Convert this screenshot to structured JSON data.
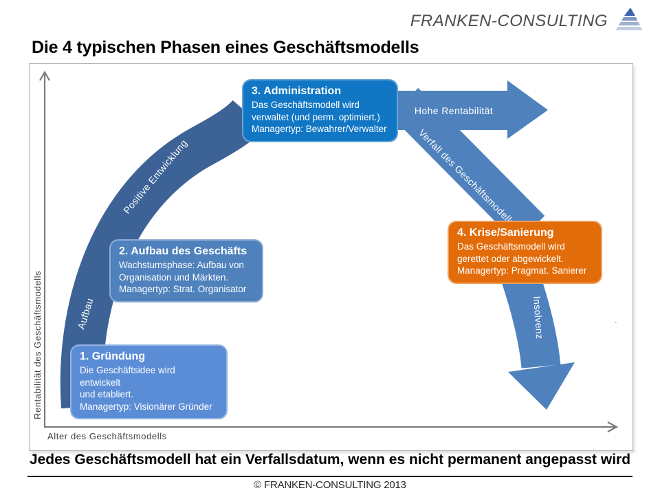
{
  "slide": {
    "logo_text": "FRANKEN-CONSULTING",
    "title": "Die 4 typischen Phasen eines Geschäftsmodells",
    "statement": "Jedes Geschäftsmodell hat ein Verfallsdatum, wenn es nicht permanent angepasst wird",
    "footer": "© FRANKEN-CONSULTING  2013",
    "stray_mark": "."
  },
  "diagram": {
    "axes": {
      "y_label": "Rentabilität des Geschäftsmodells",
      "x_label": "Alter des Geschäftsmodells"
    },
    "curve_labels": {
      "aufbau": "Aufbau",
      "positive_entwicklung": "Positive Entwicklung",
      "hohe_rentabilitaet": "Hohe Rentabilität",
      "verfall": "Verfall des Geschäftsmodells",
      "insolvenz": "Insolvenz"
    },
    "phases": [
      {
        "title": "1. Gründung",
        "body": "Die Geschäftsidee wird entwickelt\nund etabliert.\nManagertyp: Visionärer Gründer",
        "color": "#5b8dd6"
      },
      {
        "title": "2. Aufbau des Geschäfts",
        "body": "Wachstumsphase: Aufbau von\nOrganisation und Märkten.\nManagertyp: Strat. Organisator",
        "color": "#4f81bd"
      },
      {
        "title": "3. Administration",
        "body": "Das Geschäftsmodell wird\nverwaltet (und perm. optimiert.)\nManagertyp: Bewahrer/Verwalter",
        "color": "#1177c5"
      },
      {
        "title": "4. Krise/Sanierung",
        "body": "Das Geschäftsmodell wird\ngerettet oder abgewickelt.\nManagertyp: Pragmat. Sanierer",
        "color": "#e36c0a"
      }
    ],
    "colors": {
      "rise_arc": "#3d6296",
      "band": "#4f81bd",
      "axis": "#7a7a7a"
    }
  }
}
